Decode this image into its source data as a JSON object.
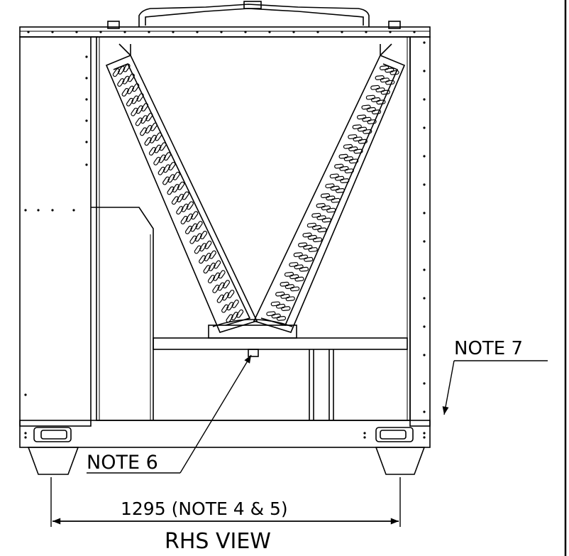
{
  "drawing": {
    "view_title": "RHS VIEW",
    "dimension_label": "1295 (NOTE 4 & 5)",
    "callouts": [
      {
        "id": "note-6",
        "text": "NOTE 6"
      },
      {
        "id": "note-7",
        "text": "NOTE 7"
      }
    ]
  }
}
